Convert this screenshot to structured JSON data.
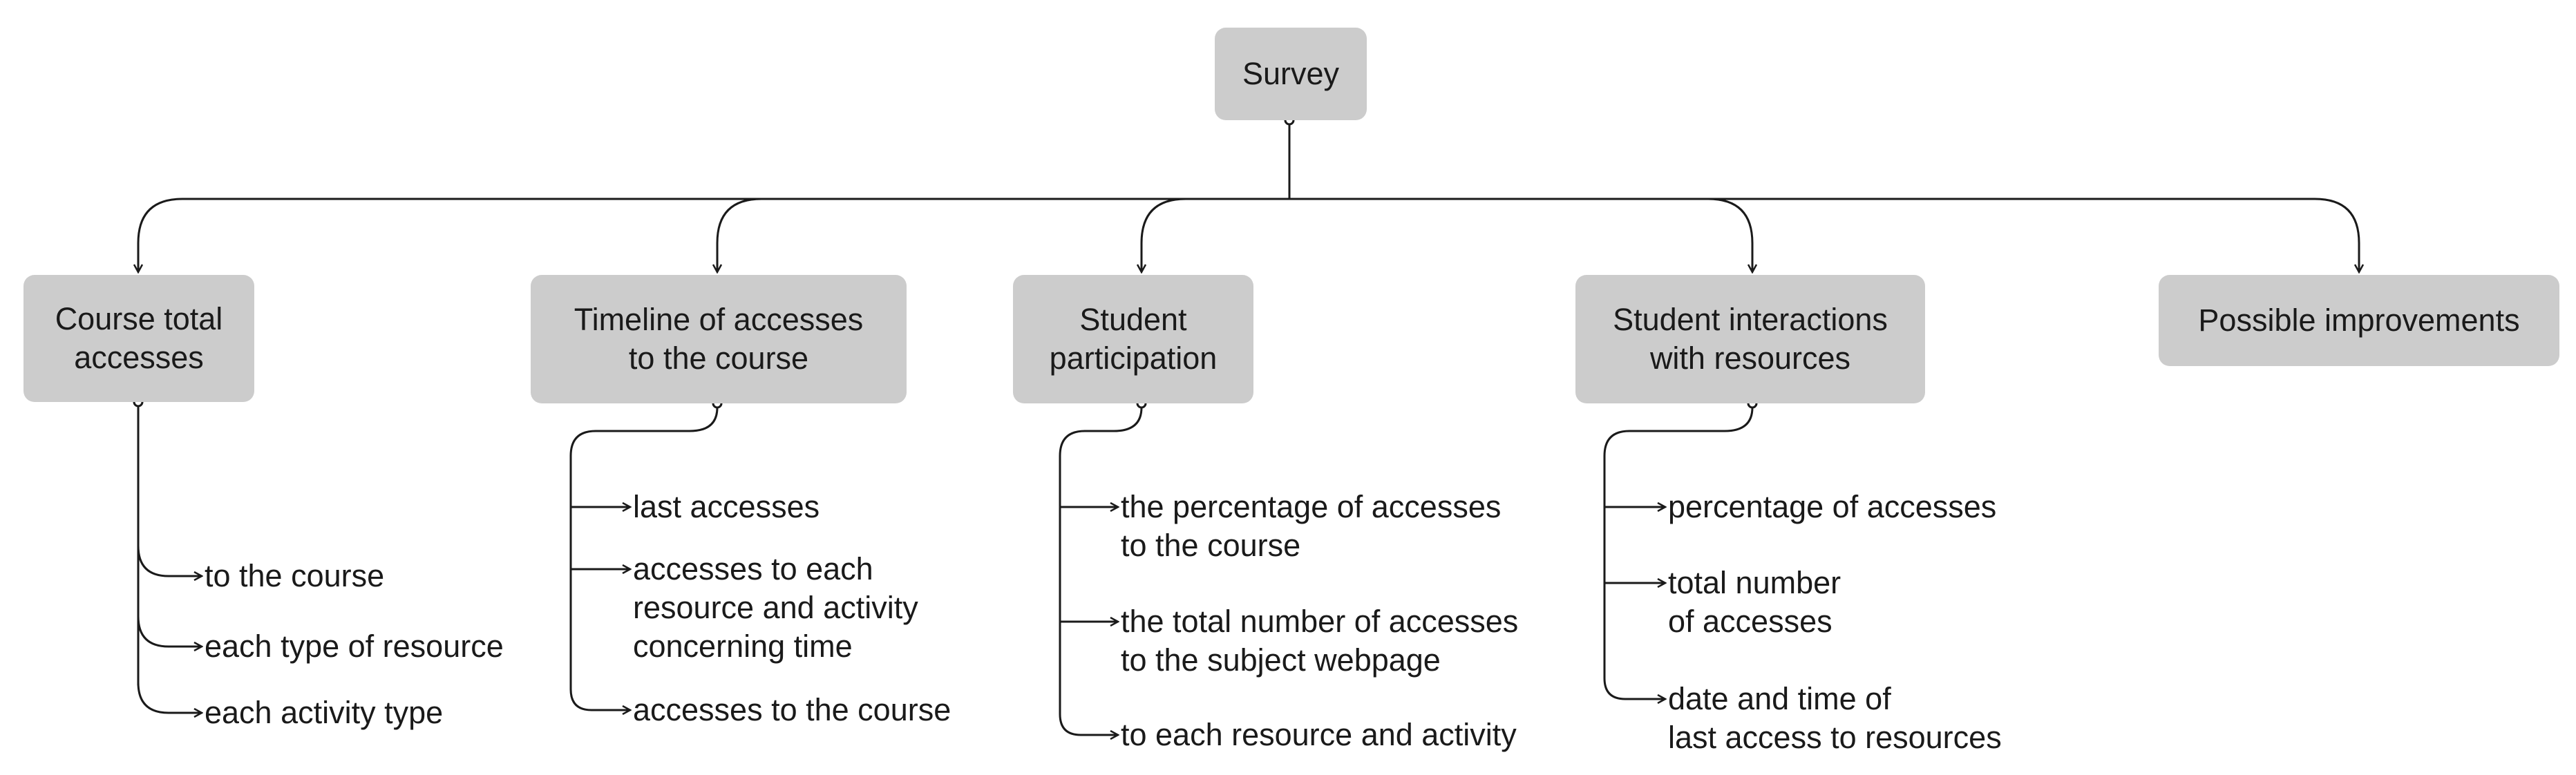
{
  "root": {
    "label": "Survey"
  },
  "categories": [
    {
      "label": "Course total\naccesses",
      "items": [
        "to the course",
        "each type of resource",
        "each activity type"
      ]
    },
    {
      "label": "Timeline of accesses\nto the course",
      "items": [
        "last accesses",
        "accesses to each\nresource and activity\nconcerning time",
        "accesses to the course"
      ]
    },
    {
      "label": "Student\nparticipation",
      "items": [
        "the percentage of accesses\nto the course",
        "the total number of accesses\nto the subject webpage",
        "to each resource and activity"
      ]
    },
    {
      "label": "Student interactions\nwith resources",
      "items": [
        "percentage of accesses",
        "total number\nof accesses",
        "date and time of\nlast access to resources"
      ]
    },
    {
      "label": "Possible improvements",
      "items": []
    }
  ],
  "colors": {
    "node_fill": "#cccccc",
    "line": "#1a1a1a",
    "text": "#1a1a1a"
  }
}
